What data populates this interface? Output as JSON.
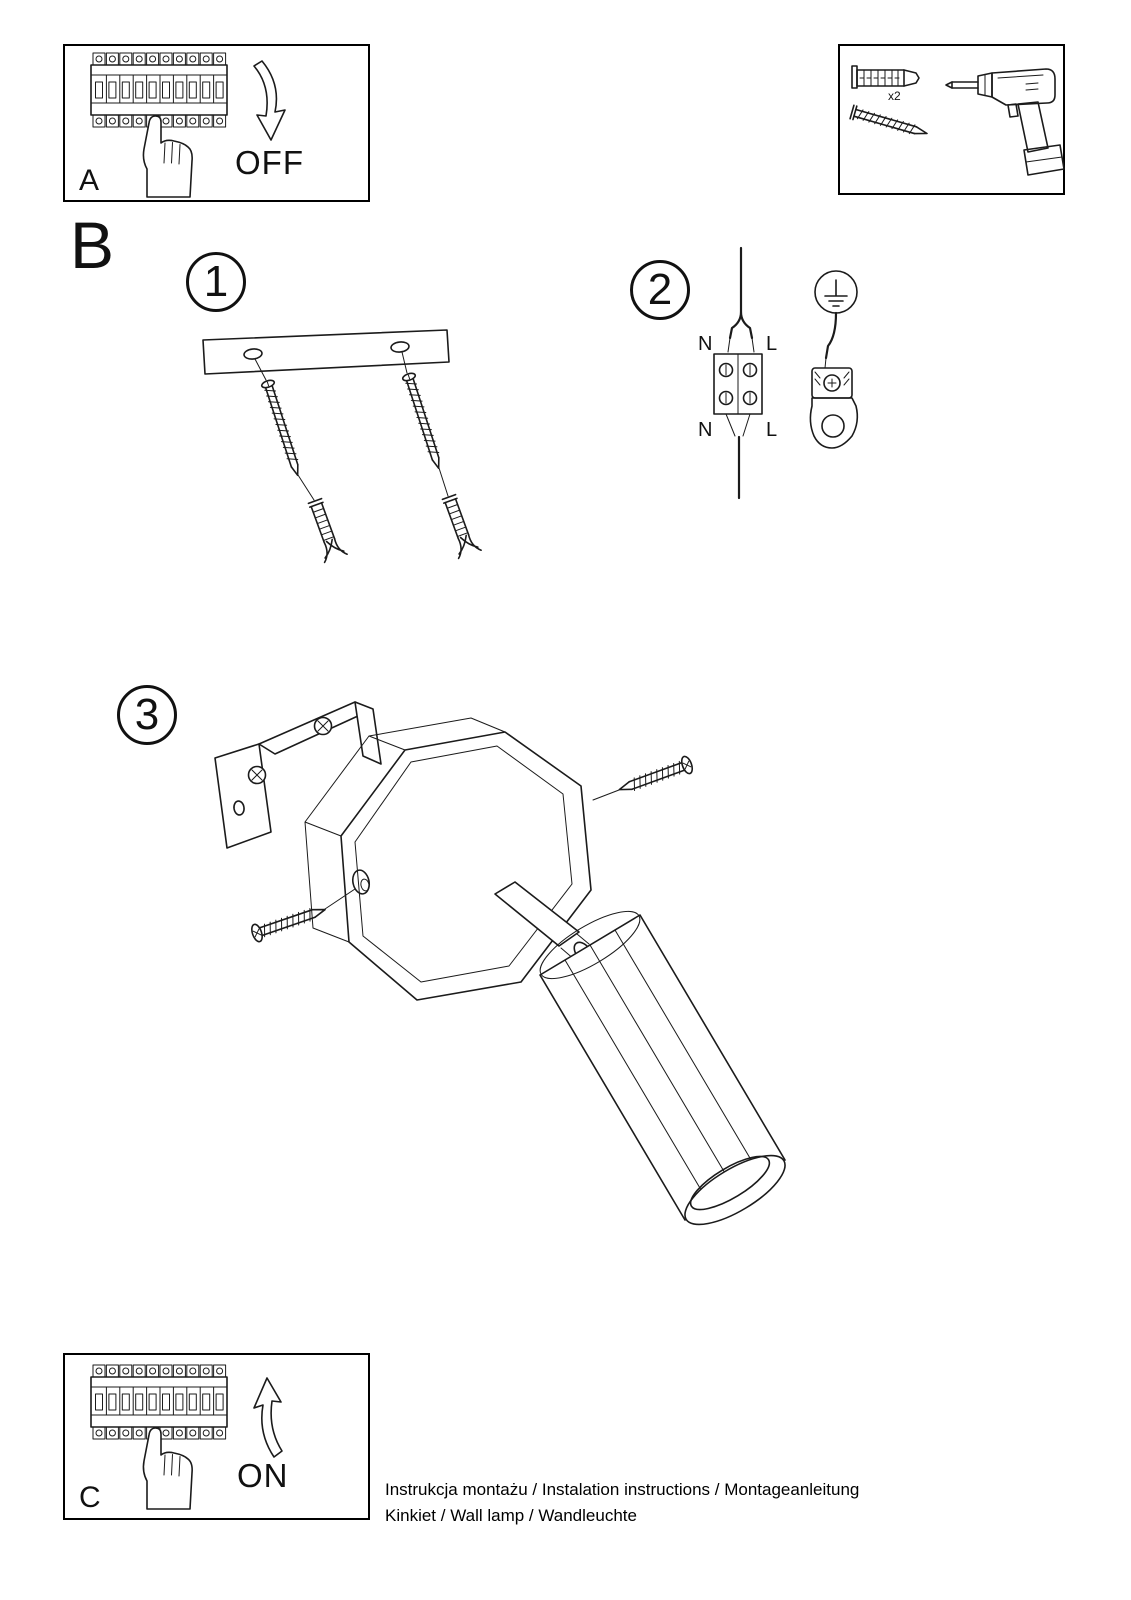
{
  "document": {
    "footer": {
      "line1": "Instrukcja montażu / Instalation instructions / Montageanleitung",
      "line2": "Kinkiet  / Wall lamp / Wandleuchte"
    }
  },
  "panel_a": {
    "letter": "A",
    "action": "OFF"
  },
  "panel_c": {
    "letter": "C",
    "action": "ON"
  },
  "tools": {
    "anchor_quantity": "x2"
  },
  "section_b": {
    "letter": "B"
  },
  "steps": {
    "one": {
      "number": "1"
    },
    "two": {
      "number": "2",
      "labels": {
        "top_n": "N",
        "top_l": "L",
        "bottom_n": "N",
        "bottom_l": "L"
      }
    },
    "three": {
      "number": "3"
    }
  },
  "colors": {
    "ink": "#1b1b1b",
    "paper": "#ffffff"
  }
}
